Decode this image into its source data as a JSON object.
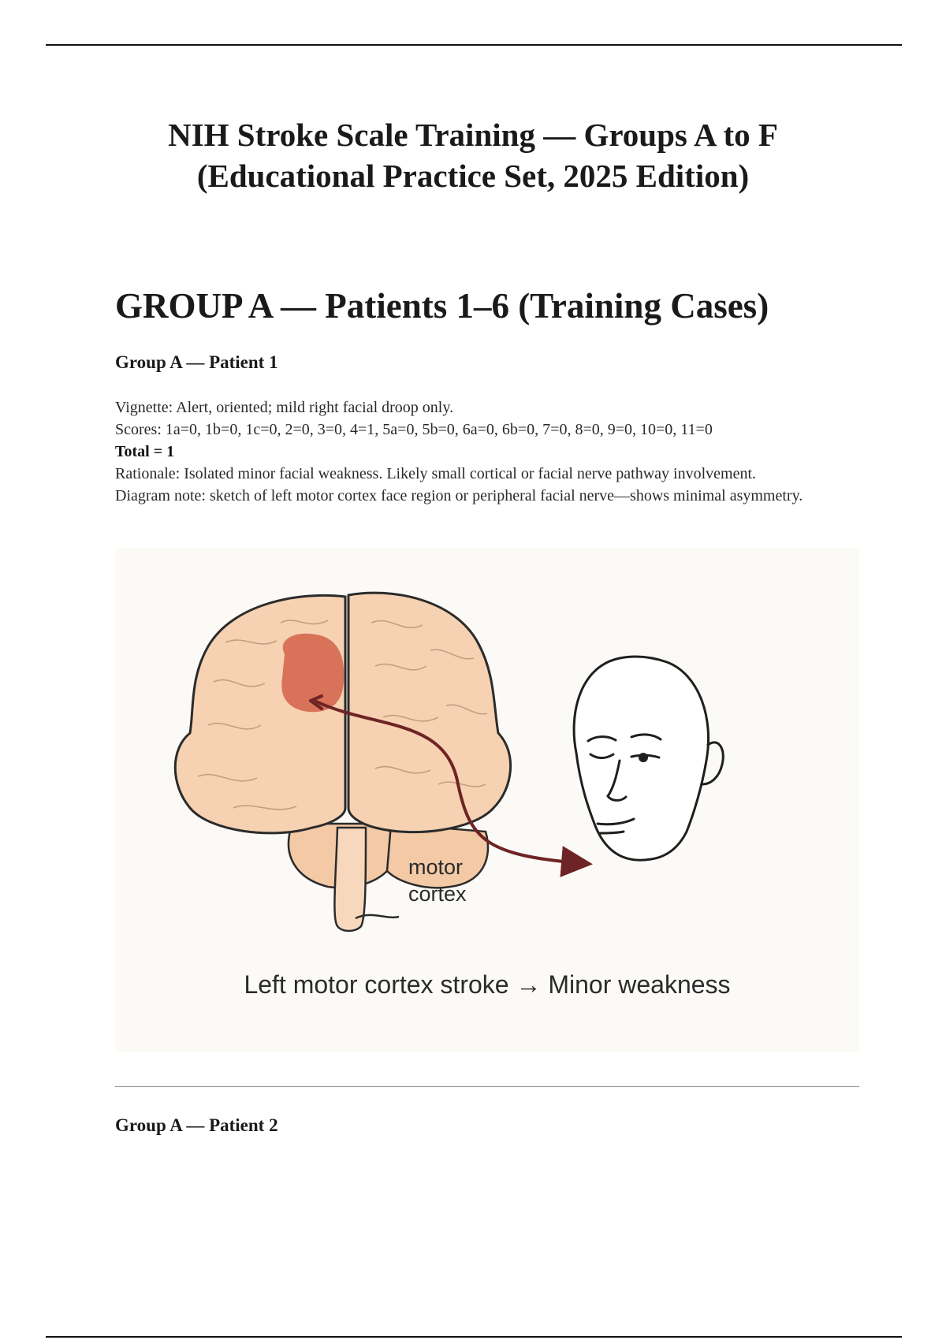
{
  "document": {
    "title_line1": "NIH Stroke Scale Training — Groups A to F",
    "title_line2": "(Educational Practice Set, 2025 Edition)"
  },
  "section": {
    "heading": "GROUP A — Patients 1–6 (Training Cases)"
  },
  "patients": [
    {
      "heading": "Group A — Patient 1",
      "vignette": "Vignette: Alert, oriented; mild right facial droop only.",
      "scores": "Scores: 1a=0, 1b=0, 1c=0, 2=0, 3=0, 4=1, 5a=0, 5b=0, 6a=0, 6b=0, 7=0, 8=0, 9=0, 10=0, 11=0",
      "total": "Total = 1",
      "rationale": "Rationale: Isolated minor facial weakness. Likely small cortical or facial nerve pathway involvement.",
      "diagram_note": "Diagram note: sketch of left motor cortex face region or peripheral facial nerve—shows minimal asymmetry.",
      "figure": {
        "label_line1": "motor",
        "label_line2": "cortex",
        "caption": "Left motor cortex stroke → Minor weakness",
        "colors": {
          "brain": "#f6d2b2",
          "lesion": "#d8735a",
          "arrow": "#6e2424",
          "outline": "#2b2b2b"
        }
      }
    },
    {
      "heading": "Group A — Patient 2"
    }
  ]
}
